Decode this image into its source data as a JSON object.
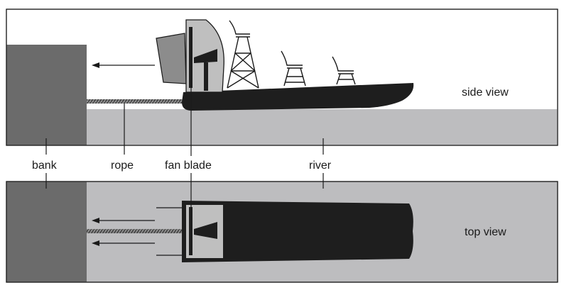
{
  "labels": {
    "side_view": "side view",
    "top_view": "top view",
    "bank": "bank",
    "rope": "rope",
    "fan_blade": "fan blade",
    "river": "river"
  },
  "colors": {
    "bank": "#6b6b6b",
    "river": "#bdbdbf",
    "boat": "#1e1e1e",
    "fan_housing": "#bfbfbf",
    "outline": "#1a1a1a",
    "background": "#ffffff"
  }
}
